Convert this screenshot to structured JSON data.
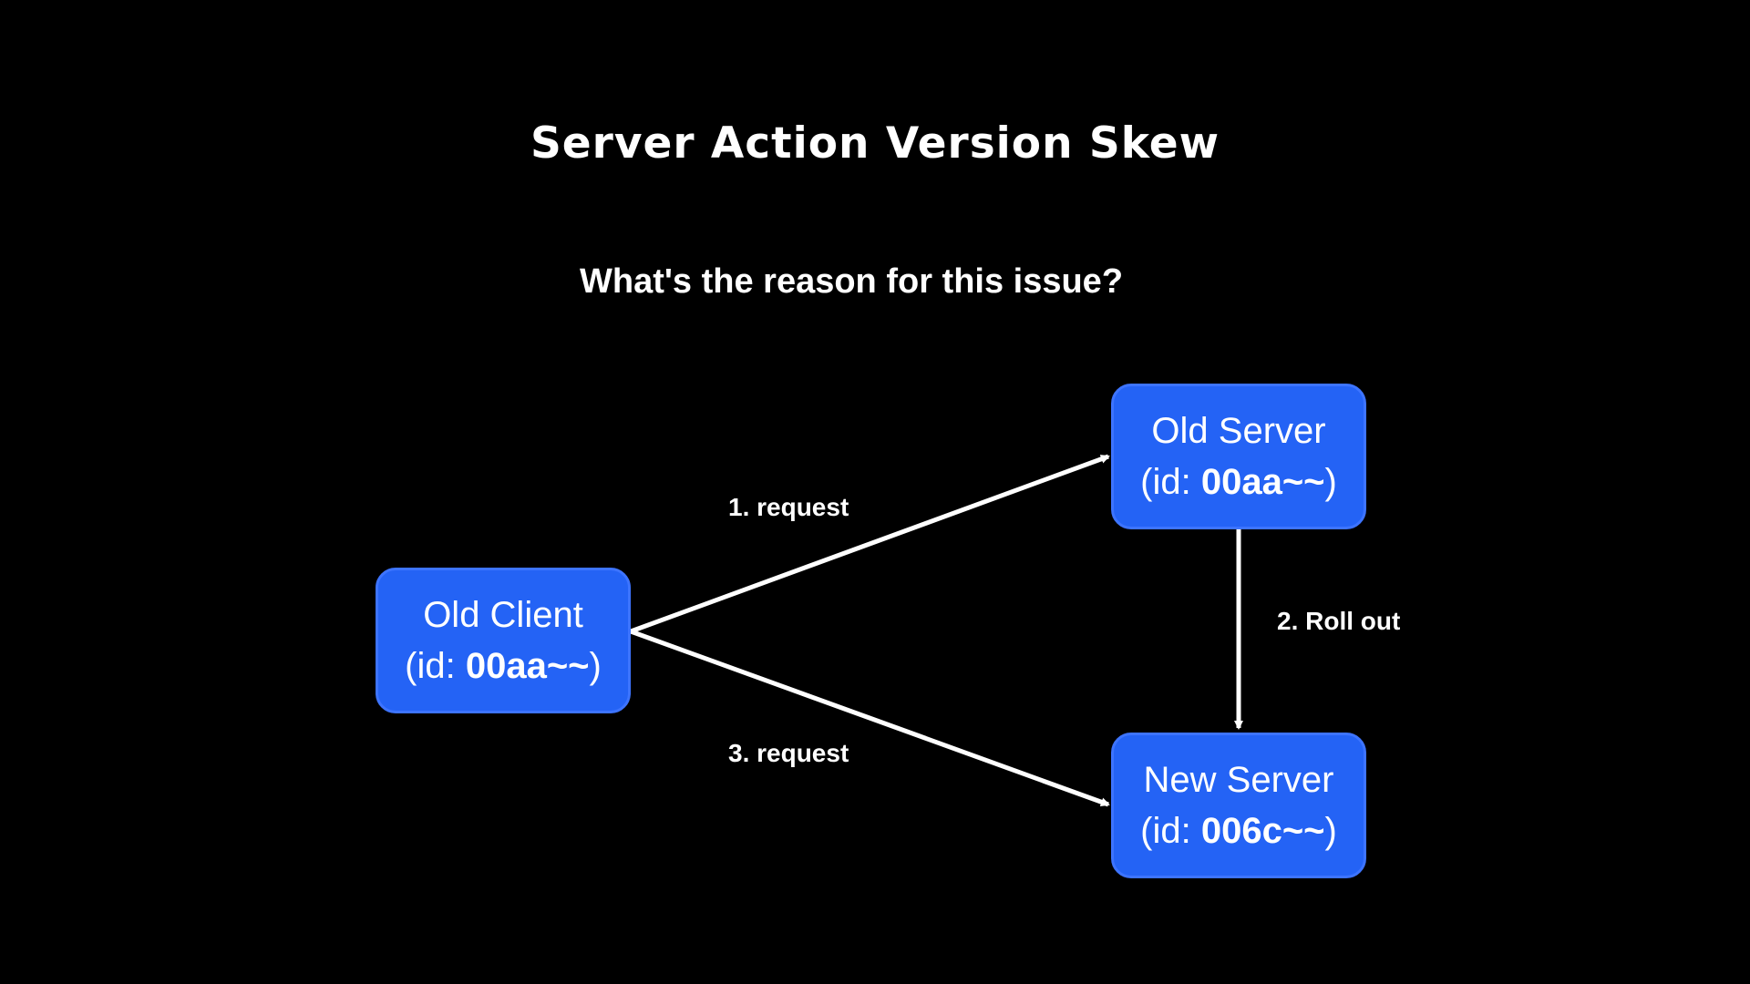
{
  "slide": {
    "title": "Server Action Version Skew",
    "question": "What's the reason for this issue?"
  },
  "colors": {
    "background": "#000000",
    "box_fill": "#2463f5",
    "box_border": "#3d74ff",
    "text": "#ffffff",
    "arrow": "#ffffff"
  },
  "nodes": {
    "old_client": {
      "name": "Old Client",
      "id_prefix": "(id: ",
      "id_value": "00aa~~",
      "id_suffix": ")"
    },
    "old_server": {
      "name": "Old Server",
      "id_prefix": "(id: ",
      "id_value": "00aa~~",
      "id_suffix": ")"
    },
    "new_server": {
      "name": "New Server",
      "id_prefix": "(id: ",
      "id_value": "006c~~",
      "id_suffix": ")"
    }
  },
  "edges": [
    {
      "from": "old_client",
      "to": "old_server",
      "label": "1. request"
    },
    {
      "from": "old_server",
      "to": "new_server",
      "label": "2. Roll out"
    },
    {
      "from": "old_client",
      "to": "new_server",
      "label": "3. request"
    }
  ]
}
